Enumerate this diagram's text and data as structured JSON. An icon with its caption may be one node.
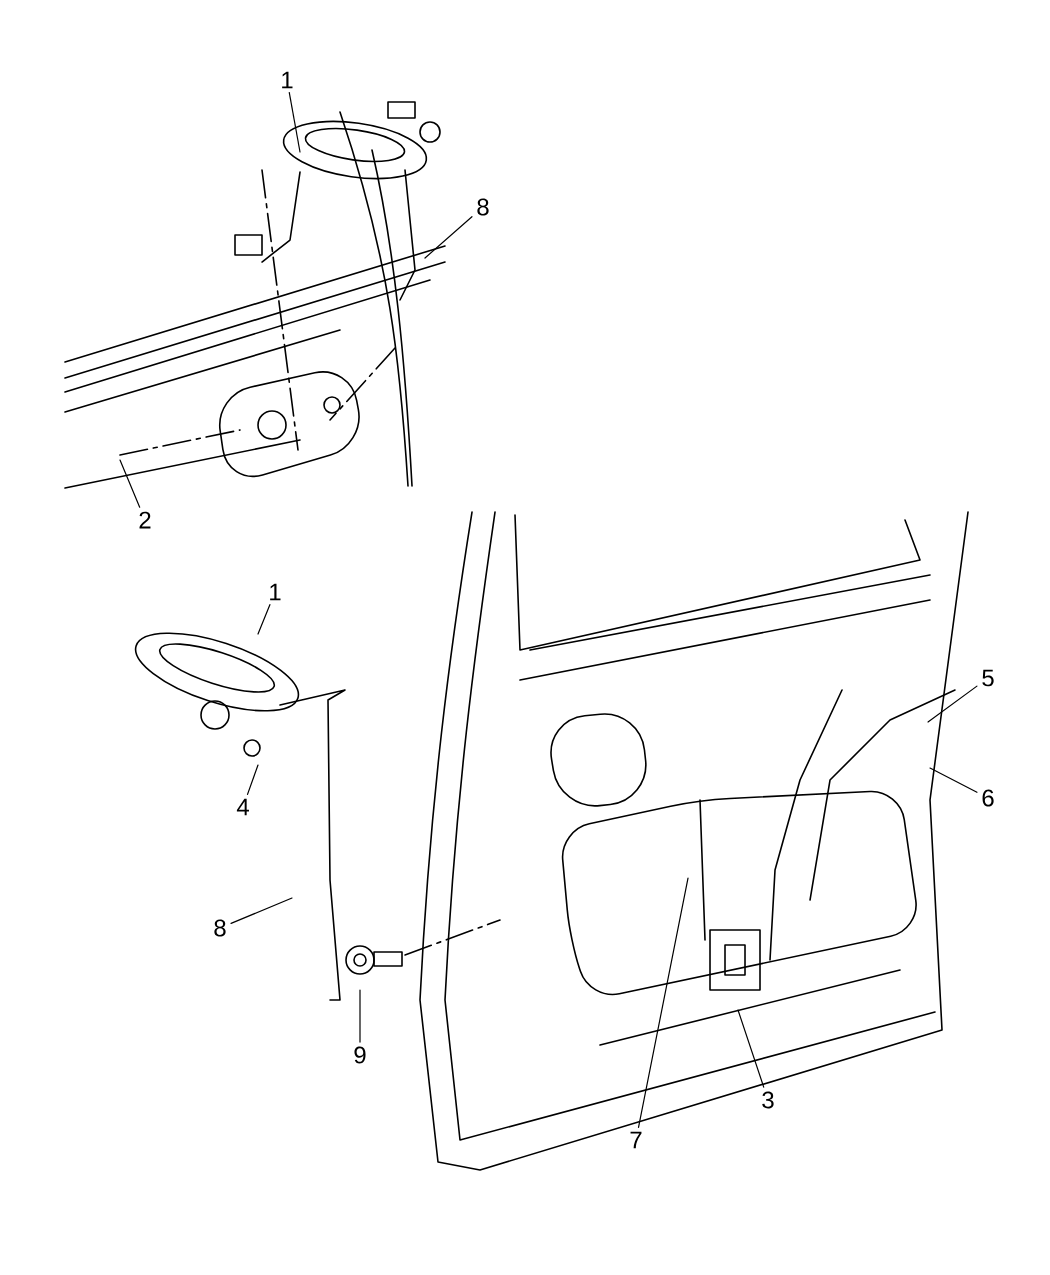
{
  "diagram": {
    "nodes": [
      {
        "text": [
          "1"
        ]
      },
      {
        "text": [
          "8"
        ]
      },
      {
        "text": [
          "2"
        ]
      },
      {
        "text": [
          "1"
        ]
      },
      {
        "text": [
          "5"
        ]
      },
      {
        "text": [
          "4"
        ]
      },
      {
        "text": [
          "6"
        ]
      },
      {
        "text": [
          "8"
        ]
      },
      {
        "text": [
          "9"
        ]
      },
      {
        "text": [
          "3"
        ]
      },
      {
        "text": [
          "7"
        ]
      }
    ],
    "edges": [
      {
        "from": 0,
        "to": null,
        "arrow": "none"
      },
      {
        "from": 1,
        "to": null,
        "arrow": "none"
      },
      {
        "from": 2,
        "to": null,
        "arrow": "none"
      },
      {
        "from": 3,
        "to": null,
        "arrow": "none"
      },
      {
        "from": 4,
        "to": null,
        "arrow": "none"
      },
      {
        "from": 5,
        "to": null,
        "arrow": "none"
      },
      {
        "from": 6,
        "to": null,
        "arrow": "none"
      },
      {
        "from": 7,
        "to": null,
        "arrow": "none"
      },
      {
        "from": 8,
        "to": null,
        "arrow": "none"
      },
      {
        "from": 9,
        "to": null,
        "arrow": "none"
      },
      {
        "from": 10,
        "to": null,
        "arrow": "none"
      }
    ]
  }
}
